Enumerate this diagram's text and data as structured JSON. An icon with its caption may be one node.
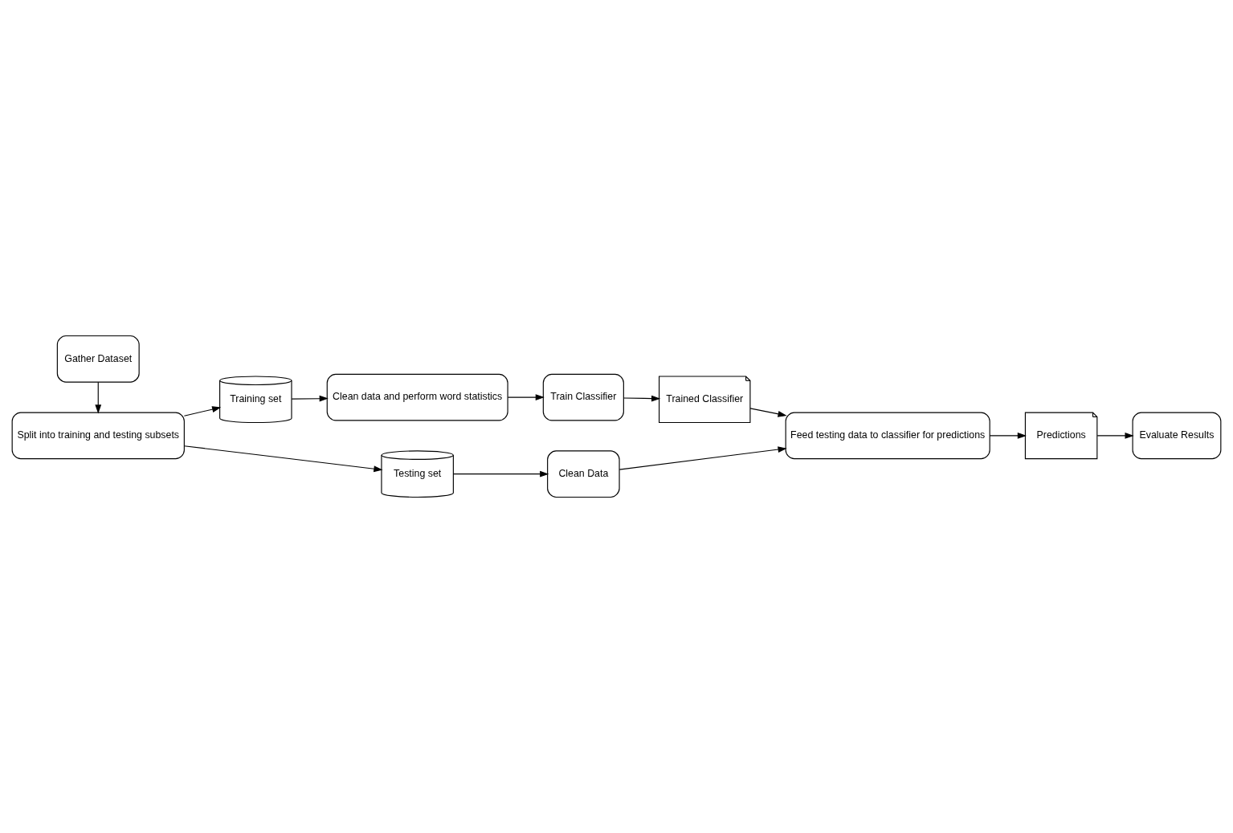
{
  "diagram": {
    "nodes": [
      {
        "text": [
          "Gather Dataset"
        ]
      },
      {
        "text": [
          "Split into training and testing subsets"
        ]
      },
      {
        "text": [
          "Training set"
        ]
      },
      {
        "text": [
          "Testing set"
        ]
      },
      {
        "text": [
          "Clean data and perform word statistics"
        ]
      },
      {
        "text": [
          "Train Classifier"
        ]
      },
      {
        "text": [
          "Clean Data"
        ]
      },
      {
        "text": [
          "Feed testing data to classifier for predictions"
        ]
      },
      {
        "text": [
          "Trained Classifier"
        ]
      },
      {
        "text": [
          "Predictions"
        ]
      },
      {
        "text": [
          "Evaluate Results"
        ]
      }
    ],
    "edges": [
      {
        "from": 0,
        "to": 1,
        "arrow": "to"
      },
      {
        "from": 1,
        "to": 2,
        "arrow": "to"
      },
      {
        "from": 1,
        "to": 3,
        "arrow": "to"
      },
      {
        "from": 2,
        "to": 4,
        "arrow": "to"
      },
      {
        "from": 4,
        "to": 5,
        "arrow": "to"
      },
      {
        "from": 5,
        "to": 8,
        "arrow": "to"
      },
      {
        "from": 3,
        "to": 6,
        "arrow": "to"
      },
      {
        "from": 6,
        "to": 7,
        "arrow": "to"
      },
      {
        "from": 8,
        "to": 7,
        "arrow": "to"
      },
      {
        "from": 7,
        "to": 9,
        "arrow": "to"
      },
      {
        "from": 9,
        "to": 10,
        "arrow": "to"
      }
    ]
  }
}
